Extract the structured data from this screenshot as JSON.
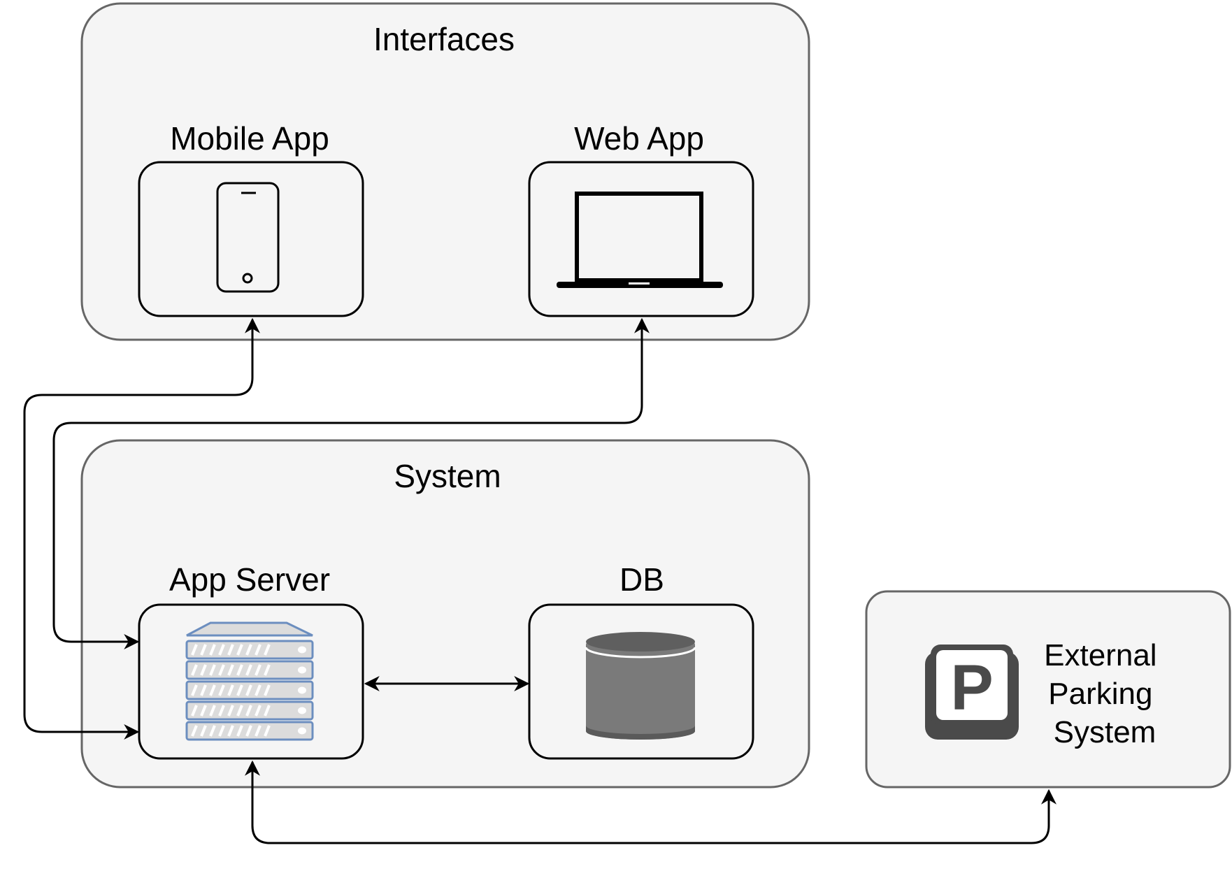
{
  "groups": {
    "interfaces": {
      "title": "Interfaces"
    },
    "system": {
      "title": "System"
    }
  },
  "nodes": {
    "mobile_app": {
      "label": "Mobile App",
      "icon": "smartphone-icon"
    },
    "web_app": {
      "label": "Web App",
      "icon": "laptop-icon"
    },
    "app_server": {
      "label": "App Server",
      "icon": "server-rack-icon"
    },
    "db": {
      "label": "DB",
      "icon": "database-cylinder-icon"
    },
    "external": {
      "label_lines": [
        "External",
        "Parking",
        "System"
      ],
      "icon": "parking-sign-icon"
    }
  },
  "edges": [
    {
      "from": "mobile_app",
      "to": "app_server",
      "bidirectional": true
    },
    {
      "from": "web_app",
      "to": "app_server",
      "bidirectional": true
    },
    {
      "from": "app_server",
      "to": "db",
      "bidirectional": true
    },
    {
      "from": "app_server",
      "to": "external",
      "bidirectional": true
    }
  ],
  "colors": {
    "group_fill": "#f5f5f5",
    "group_stroke": "#666666",
    "node_stroke": "#000000",
    "server_fill": "#dcdcdc",
    "server_stroke": "#6c8ebf",
    "db_fill": "#7a7a7a",
    "db_dark": "#5a5a5a",
    "parking_fill": "#4a4a4a"
  }
}
